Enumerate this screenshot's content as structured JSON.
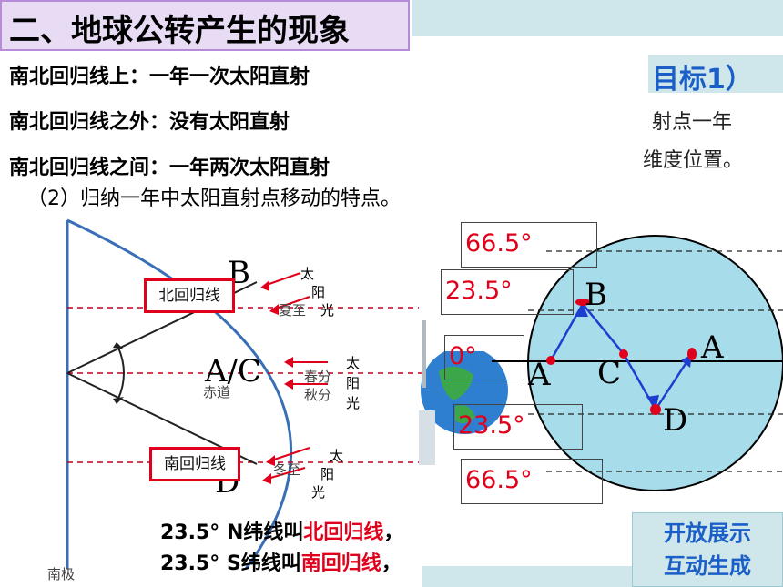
{
  "title": "二、地球公转产生的现象",
  "goal_text": "目标1）",
  "lines": [
    "南北回归线上：一年一次太阳直射",
    "南北回归线之外：没有太阳直射",
    "南北回归线之间：一年两次太阳直射"
  ],
  "partial_right": [
    "射点一年",
    "维度位置。"
  ],
  "subtitle": "（2）归纳一年中太阳直射点移动的特点。",
  "left_diagram": {
    "label_b": "B",
    "label_ac": "A/C",
    "label_d": "D",
    "north_tropic": "北回归线",
    "south_tropic": "南回归线",
    "equator": "赤道",
    "south_pole": "南极",
    "sun_top": [
      "太",
      "阳",
      "光"
    ],
    "summer": "夏至",
    "sun_mid": [
      "太",
      "阳",
      "光"
    ],
    "spring": "春分",
    "autumn": "秋分",
    "sun_bottom": [
      "太",
      "阳",
      "光"
    ],
    "winter": "冬至"
  },
  "right_diagram": {
    "lat_labels": [
      "66.5°",
      "23.5°",
      "0°",
      "23.5°",
      "66.5°"
    ],
    "points": [
      "A",
      "B",
      "C",
      "D",
      "A"
    ]
  },
  "bottom": {
    "line1_prefix": "23.5°  N纬线叫",
    "line1_red": "北回归线",
    "line1_suffix": "，",
    "line2_prefix": "23.5°  S纬线叫",
    "line2_red": "南回归线",
    "line2_suffix": "，"
  },
  "cta": [
    "开放展示",
    "互动生成"
  ],
  "colors": {
    "accent_blue": "#1a5fc7",
    "red": "#e0001b",
    "teal_bar": "#cfe7ea",
    "globe_fill": "#a7dcea"
  }
}
